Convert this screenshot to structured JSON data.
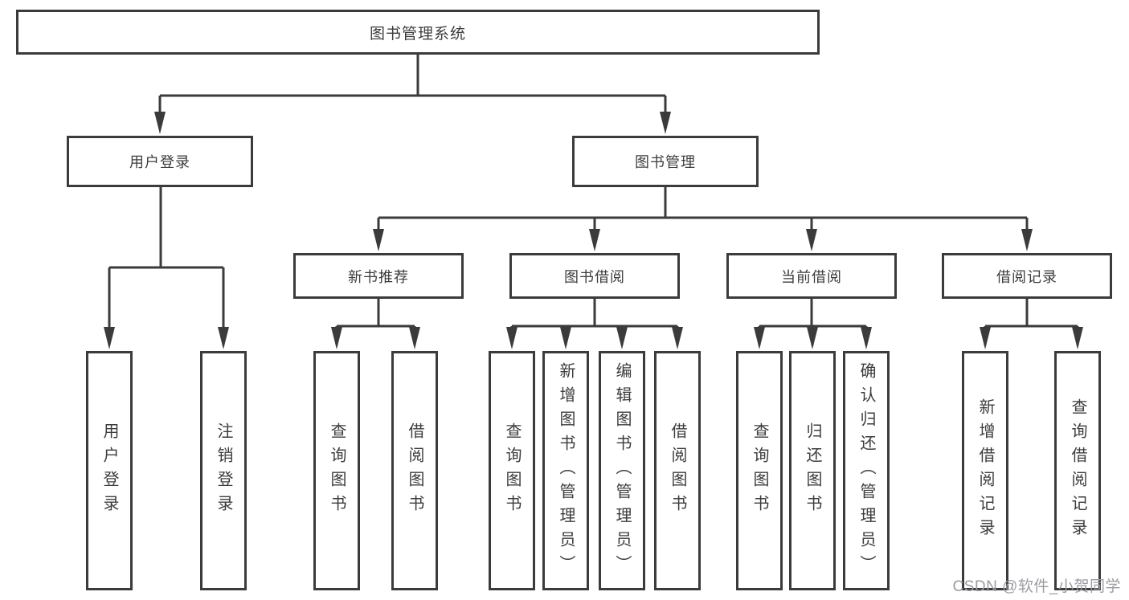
{
  "tree": {
    "root": {
      "label": "图书管理系统"
    },
    "branches": [
      {
        "label": "用户登录",
        "children": [
          "用户登录",
          "注销登录"
        ]
      },
      {
        "label": "图书管理",
        "children": [
          {
            "label": "新书推荐",
            "children": [
              "查询图书",
              "借阅图书"
            ]
          },
          {
            "label": "图书借阅",
            "children": [
              "查询图书",
              "新增图书（管理员）",
              "编辑图书（管理员）",
              "借阅图书"
            ]
          },
          {
            "label": "当前借阅",
            "children": [
              "查询图书",
              "归还图书",
              "确认归还（管理员）"
            ]
          },
          {
            "label": "借阅记录",
            "children": [
              "新增借阅记录",
              "查询借阅记录"
            ]
          }
        ]
      }
    ]
  },
  "watermark": {
    "text": "CSDN @软件_小贺同学",
    "color": "#9c9ca2"
  },
  "colors": {
    "line": "#3b3b3b",
    "box_border": "#3b3b3b",
    "text": "#3c3c3c",
    "background": "#ffffff"
  }
}
